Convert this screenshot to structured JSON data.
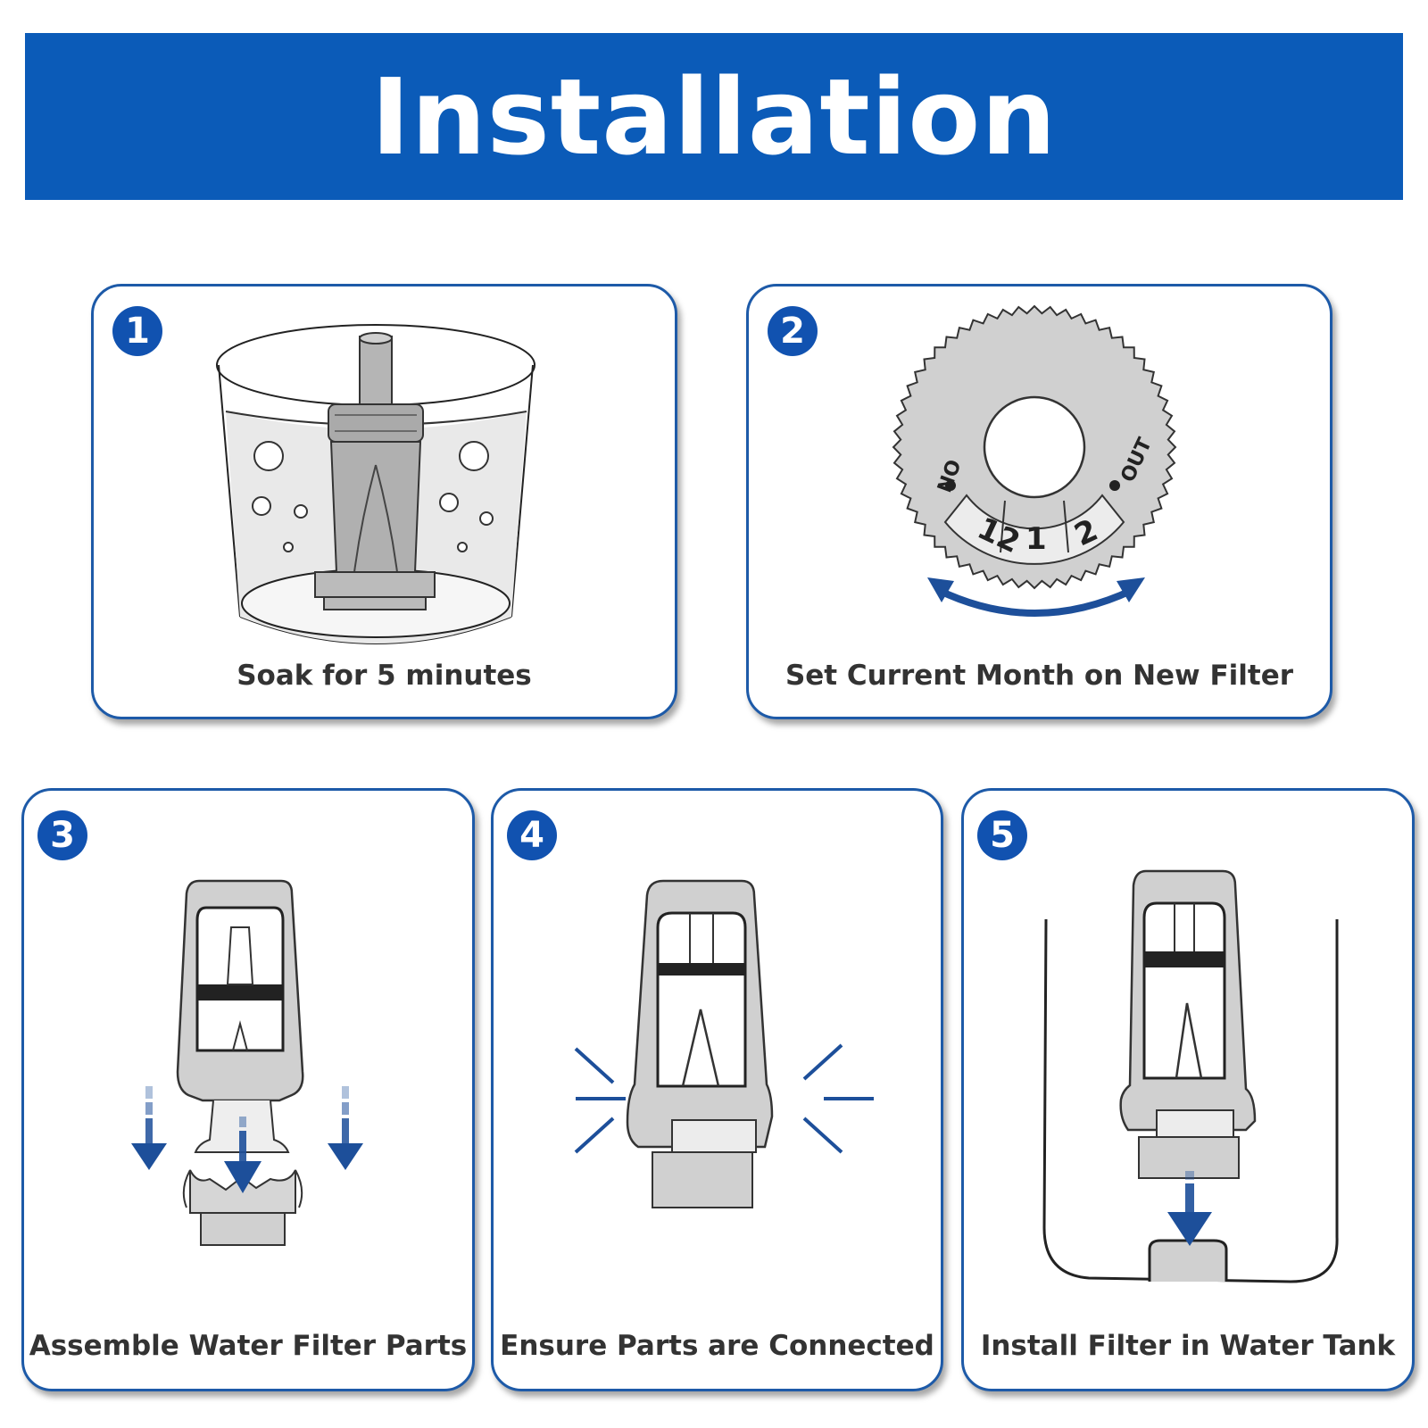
{
  "header": {
    "title": "Installation"
  },
  "colors": {
    "brand_blue": "#0b5bb8",
    "arrow_blue": "#1d4f9a",
    "part_gray": "#d0d0d0"
  },
  "steps": [
    {
      "number": "1",
      "caption": "Soak for 5 minutes"
    },
    {
      "number": "2",
      "caption": "Set Current Month on New Filter"
    },
    {
      "number": "3",
      "caption": "Assemble Water Filter Parts"
    },
    {
      "number": "4",
      "caption": "Ensure Parts are Connected"
    },
    {
      "number": "5",
      "caption": "Install Filter in Water Tank"
    }
  ],
  "dial": {
    "label_on": "ON",
    "label_out": "OUT",
    "months": [
      "12",
      "1",
      "2"
    ]
  }
}
